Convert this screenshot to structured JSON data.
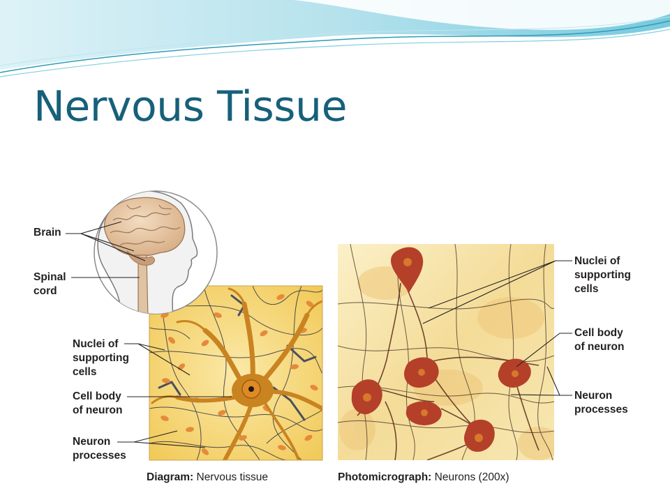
{
  "slide": {
    "title": "Nervous Tissue",
    "colors": {
      "title": "#17607a",
      "wave_light": "#c9ecf3",
      "wave_mid": "#7fcfe0",
      "wave_dark": "#2e9bb8"
    }
  },
  "figure": {
    "labels": {
      "brain": "Brain",
      "spinal_cord": "Spinal\ncord",
      "diagram_nuclei": "Nuclei of\nsupporting\ncells",
      "diagram_cell_body": "Cell body\nof neuron",
      "diagram_processes": "Neuron\nprocesses",
      "photo_nuclei": "Nuclei of\nsupporting\ncells",
      "photo_cell_body": "Cell body\nof neuron",
      "photo_processes": "Neuron\nprocesses"
    },
    "captions": {
      "diagram_bold": "Diagram:",
      "diagram_text": " Nervous tissue",
      "photo_bold": "Photomicrograph:",
      "photo_text": " Neurons (200x)"
    },
    "colors": {
      "tissue_bg": "#f7d97a",
      "neuron": "#c98320",
      "nucleus": "#e07a22",
      "stain": "#b4402a",
      "fiber": "#3a3a44"
    },
    "icons": [
      "head-silhouette-icon",
      "brain-icon",
      "spinal-cord-icon",
      "neuron-icon"
    ]
  }
}
